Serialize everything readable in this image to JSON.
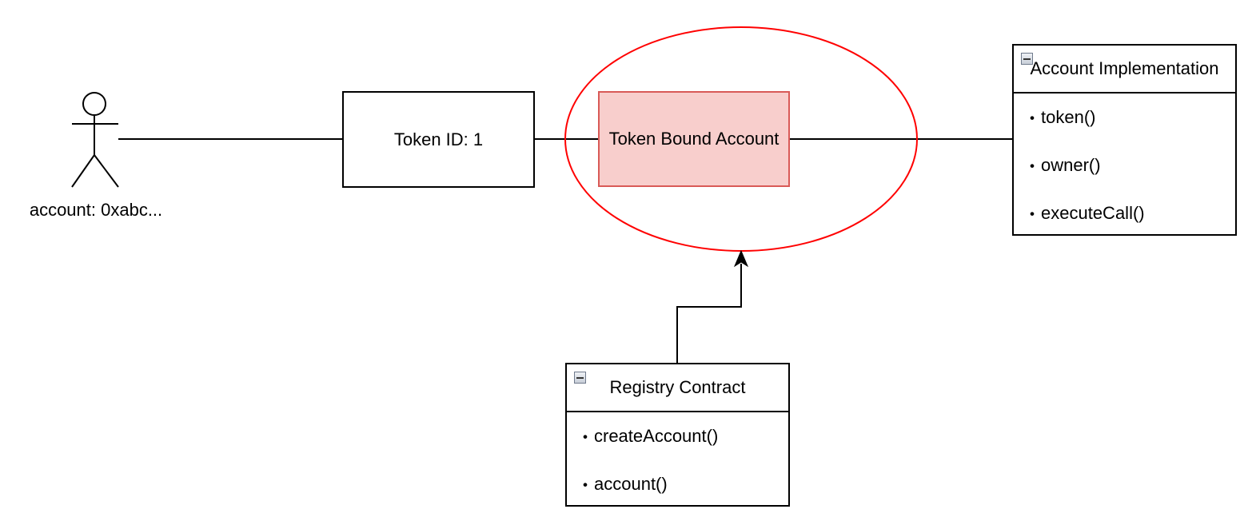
{
  "actor": {
    "label": "account: 0xabc..."
  },
  "token_box": {
    "label": "Token ID: 1"
  },
  "tba_box": {
    "label": "Token Bound Account"
  },
  "account_impl": {
    "title": "Account Implementation",
    "methods": [
      "token()",
      "owner()",
      "executeCall()"
    ]
  },
  "registry": {
    "title": "Registry Contract",
    "methods": [
      "createAccount()",
      "account()"
    ]
  },
  "bullet": "・",
  "colors": {
    "highlight_ellipse": "#ff0000",
    "tba_fill": "#f8cecc",
    "tba_border": "#d95a57"
  }
}
